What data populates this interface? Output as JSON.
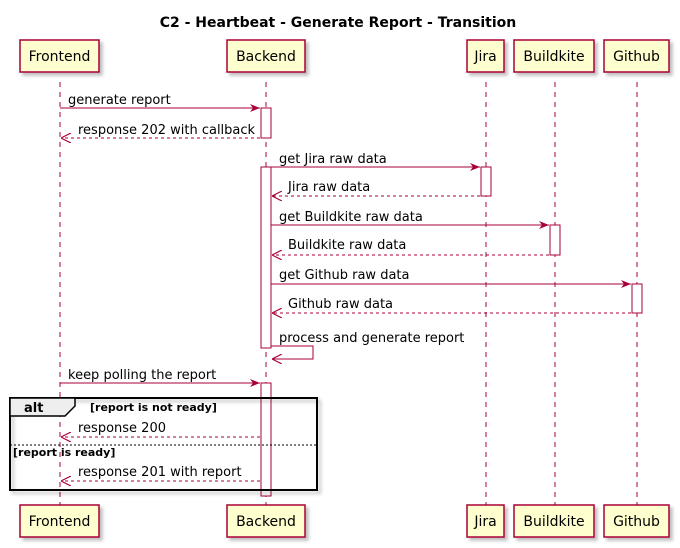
{
  "title": "C2 - Heartbeat - Generate Report - Transition",
  "participants": {
    "frontend": "Frontend",
    "backend": "Backend",
    "jira": "Jira",
    "buildkite": "Buildkite",
    "github": "Github"
  },
  "messages": {
    "generate_report": "generate report",
    "response_202": "response 202 with callback",
    "get_jira": "get Jira raw data",
    "jira_raw": "Jira raw data",
    "get_buildkite": "get Buildkite raw data",
    "buildkite_raw": "Buildkite raw data",
    "get_github": "get Github raw data",
    "github_raw": "Github raw data",
    "process": "process and generate report",
    "keep_polling": "keep polling the report",
    "response_200": "response 200",
    "response_201": "response 201 with report"
  },
  "alt": {
    "keyword": "alt",
    "guard_1": "[report is not ready]",
    "guard_2": "[report is ready]"
  },
  "colors": {
    "participant_fill": "#fefece",
    "participant_border": "#a80036",
    "arrow": "#a80036",
    "lifeline": "#a80036",
    "activation_fill": "#ffffff",
    "fragment_header": "#eeeeee"
  }
}
